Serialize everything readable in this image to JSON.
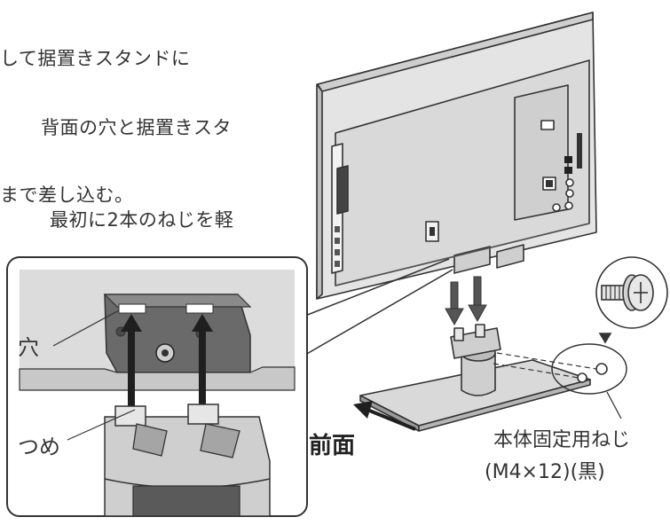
{
  "instructions": {
    "line1": "して据置きスタンドに",
    "line2": "背面の穴と据置きスタ",
    "line3": "まで差し込む。",
    "line4": "最初に2本のねじを軽"
  },
  "callouts": {
    "hole": "穴",
    "tab": "つめ"
  },
  "front_label": "前面",
  "screw_label": {
    "name": "本体固定用ねじ",
    "spec": "(M4×12)(黒)"
  }
}
